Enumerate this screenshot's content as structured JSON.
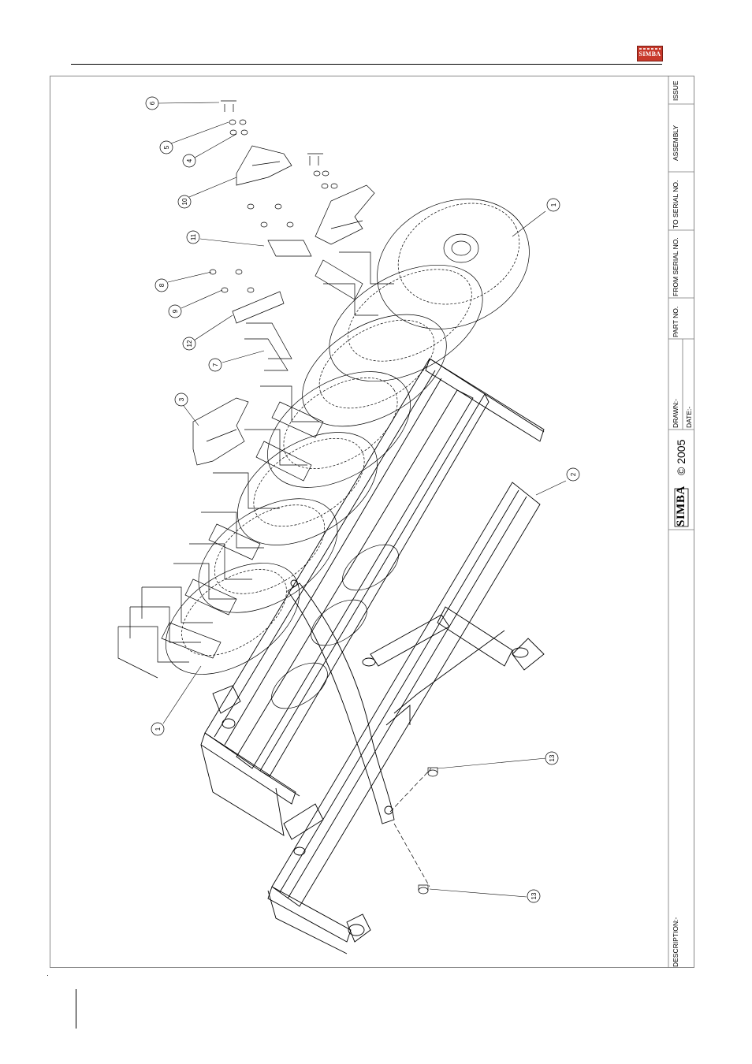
{
  "header": {
    "logo_text": "SIMBA"
  },
  "title_block": {
    "description_label": "DESCRIPTION:-",
    "drawn_label": "DRAWN:-",
    "date_label": "DATE:-",
    "brand": "SIMBA",
    "copyright": "© 2005",
    "part_no_label": "PART NO.",
    "from_serial_label": "FROM SERIAL NO.",
    "to_serial_label": "TO SERIAL NO.",
    "assembly_label": "ASSEMBLY",
    "issue_label": "ISSUE"
  },
  "callouts": [
    "6",
    "5",
    "4",
    "10",
    "11",
    "8",
    "9",
    "12",
    "7",
    "3",
    "1",
    "2",
    "1",
    "13",
    "13"
  ]
}
